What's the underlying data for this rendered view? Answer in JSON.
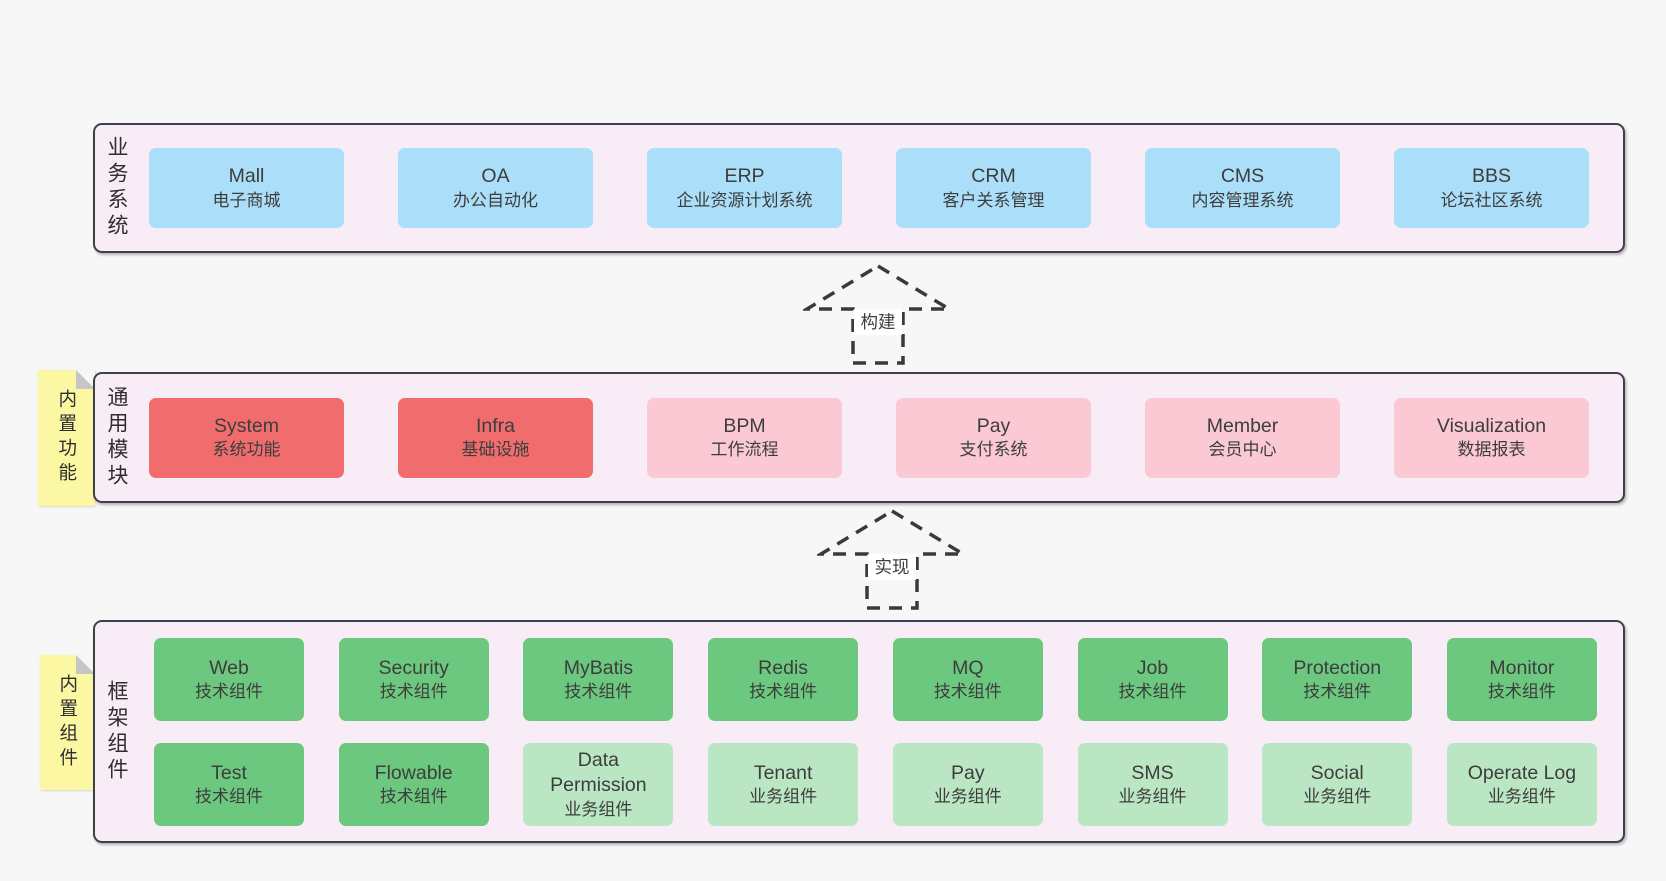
{
  "layers": {
    "business": {
      "side_label": "业务系统",
      "boxes": [
        {
          "name": "Mall",
          "desc": "电子商城"
        },
        {
          "name": "OA",
          "desc": "办公自动化"
        },
        {
          "name": "ERP",
          "desc": "企业资源计划系统"
        },
        {
          "name": "CRM",
          "desc": "客户关系管理"
        },
        {
          "name": "CMS",
          "desc": "内容管理系统"
        },
        {
          "name": "BBS",
          "desc": "论坛社区系统"
        }
      ]
    },
    "modules": {
      "side_label": "通用模块",
      "note_label": "内置功能",
      "boxes": [
        {
          "name": "System",
          "desc": "系统功能"
        },
        {
          "name": "Infra",
          "desc": "基础设施"
        },
        {
          "name": "BPM",
          "desc": "工作流程"
        },
        {
          "name": "Pay",
          "desc": "支付系统"
        },
        {
          "name": "Member",
          "desc": "会员中心"
        },
        {
          "name": "Visualization",
          "desc": "数据报表"
        }
      ]
    },
    "components": {
      "side_label": "框架组件",
      "note_label": "内置组件",
      "row1": [
        {
          "name": "Web",
          "desc": "技术组件"
        },
        {
          "name": "Security",
          "desc": "技术组件"
        },
        {
          "name": "MyBatis",
          "desc": "技术组件"
        },
        {
          "name": "Redis",
          "desc": "技术组件"
        },
        {
          "name": "MQ",
          "desc": "技术组件"
        },
        {
          "name": "Job",
          "desc": "技术组件"
        },
        {
          "name": "Protection",
          "desc": "技术组件"
        },
        {
          "name": "Monitor",
          "desc": "技术组件"
        }
      ],
      "row2": [
        {
          "name": "Test",
          "desc": "技术组件"
        },
        {
          "name": "Flowable",
          "desc": "技术组件"
        },
        {
          "name": "Data Permission",
          "desc": "业务组件"
        },
        {
          "name": "Tenant",
          "desc": "业务组件"
        },
        {
          "name": "Pay",
          "desc": "业务组件"
        },
        {
          "name": "SMS",
          "desc": "业务组件"
        },
        {
          "name": "Social",
          "desc": "业务组件"
        },
        {
          "name": "Operate Log",
          "desc": "业务组件"
        }
      ]
    }
  },
  "arrows": [
    {
      "label": "构建"
    },
    {
      "label": "实现"
    }
  ],
  "colors": {
    "page_background": "#f7f7f7",
    "layer_background": "#f8edf6",
    "layer_border": "#40404a",
    "business_box": "#abdef8",
    "core_module_box": "#f16c6c",
    "optional_module_box": "#fbc9d3",
    "tech_component_box": "#6cc87f",
    "biz_component_box": "#bae6c4",
    "sticky_note": "#fbf7a2",
    "text": "#3d3d3d"
  }
}
